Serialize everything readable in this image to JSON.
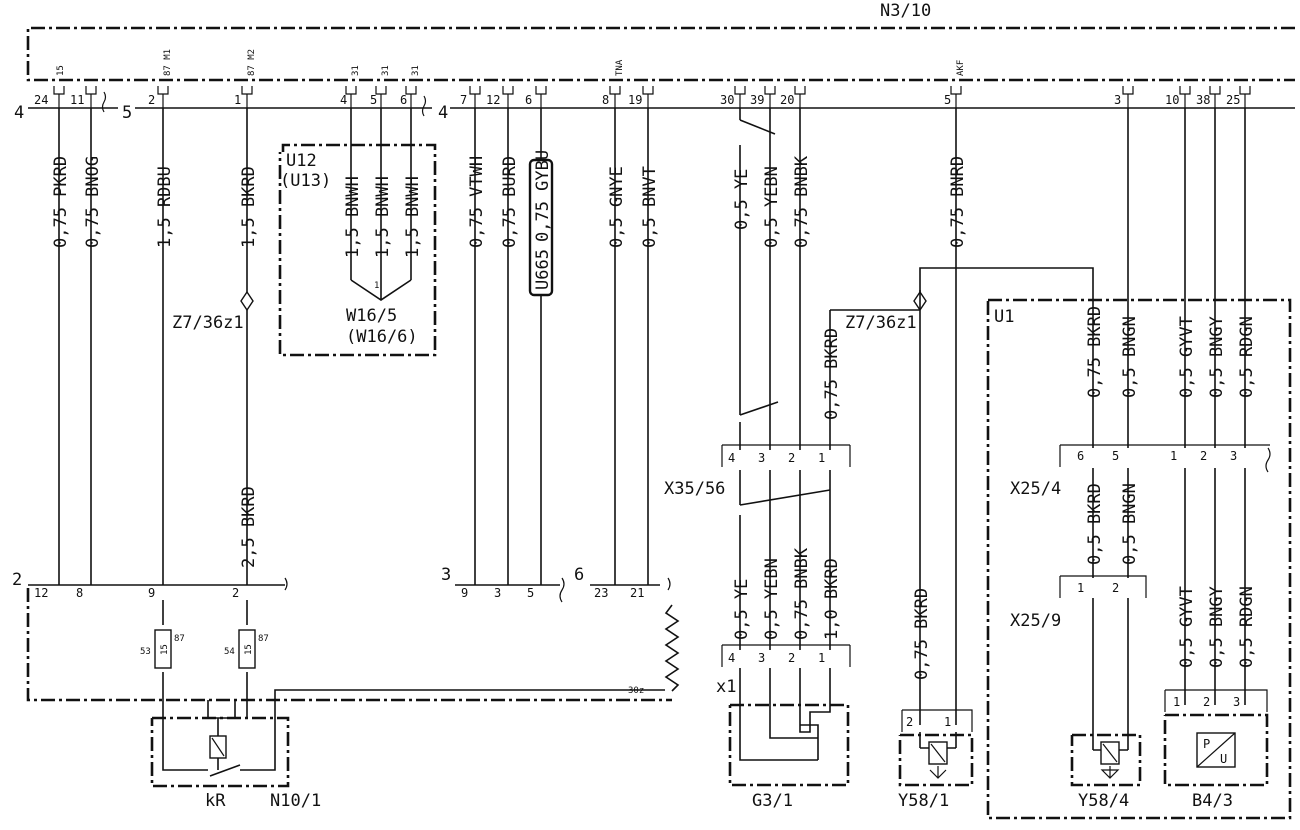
{
  "modules": {
    "n3_10": "N3/10",
    "u12": "U12",
    "u13": "(U13)",
    "w16_5": "W16/5",
    "w16_6": "(W16/6)",
    "z7_36z1_left": "Z7/36z1",
    "z7_36z1_right": "Z7/36z1",
    "u1": "U1",
    "x35_56": "X35/56",
    "x25_4": "X25/4",
    "x25_9": "X25/9",
    "x1": "x1",
    "kR": "kR",
    "n10_1": "N10/1",
    "g3_1": "G3/1",
    "y58_1": "Y58/1",
    "y58_4": "Y58/4",
    "b4_3": "B4/3",
    "u665": "U665",
    "p_label": "P",
    "u_label": "U"
  },
  "connector_ids": {
    "top_4a": "4",
    "top_5": "5",
    "top_4b": "4",
    "bot_2": "2",
    "bot_3": "3",
    "bot_6": "6"
  },
  "top_signal_labels": [
    "15",
    "87 M1",
    "87 M2",
    "31",
    "31",
    "31",
    "TNA",
    "AKF"
  ],
  "top_pins": [
    "24",
    "11",
    "2",
    "1",
    "4",
    "5",
    "6",
    "7",
    "12",
    "6",
    "8",
    "19",
    "30",
    "39",
    "20",
    "5",
    "3",
    "10",
    "38",
    "25"
  ],
  "wires_top": [
    "0,75 PKRD",
    "0,75 BNOG",
    "1,5 RDBU",
    "1,5 BKRD",
    "1,5 BNWH",
    "1,5 BNWH",
    "1,5 BNWH",
    "0,75 VTWH",
    "0,75 BURD",
    "0,75 GYBU",
    "0,5 GNYE",
    "0,5 BNVT",
    "0,5 YE",
    "0,5 YEBN",
    "0,75 BNBK",
    "0,75 BNRD"
  ],
  "wires_u1": [
    "0,75 BKRD",
    "0,5 BNGN",
    "0,5 GYVT",
    "0,5 BNGY",
    "0,5 RDGN"
  ],
  "wire_2_5": "2,5 BKRD",
  "wire_z7_right": "0,75 BKRD",
  "wires_mid": [
    "0,5 YE",
    "0,5 YEBN",
    "0,75 BNBK",
    "1,0 BKRD"
  ],
  "wires_x25": [
    "0,5 BKRD",
    "0,5 BNGN"
  ],
  "wires_u1_lower": [
    "0,5 GYVT",
    "0,5 BNGY",
    "0,5 RDGN"
  ],
  "wire_y58_1": "0,75 BKRD",
  "pins_bottom": [
    "12",
    "8",
    "9",
    "2",
    "9",
    "3",
    "5",
    "23",
    "21"
  ],
  "pins_x35": [
    "4",
    "3",
    "2",
    "1"
  ],
  "pins_x25_4": [
    "6",
    "5",
    "1",
    "2",
    "3"
  ],
  "pins_x25_9": [
    "1",
    "2"
  ],
  "pins_x1": [
    "4",
    "3",
    "2",
    "1"
  ],
  "pins_y58_1": [
    "2",
    "1"
  ],
  "pins_b4_3": [
    "1",
    "2",
    "3"
  ],
  "fuses": {
    "f53": "53",
    "f53_val": "15",
    "f53_87": "87",
    "f54": "54",
    "f54_val": "15",
    "f54_87": "87"
  },
  "pin_30z": "30z",
  "pin_1_w16": "1"
}
